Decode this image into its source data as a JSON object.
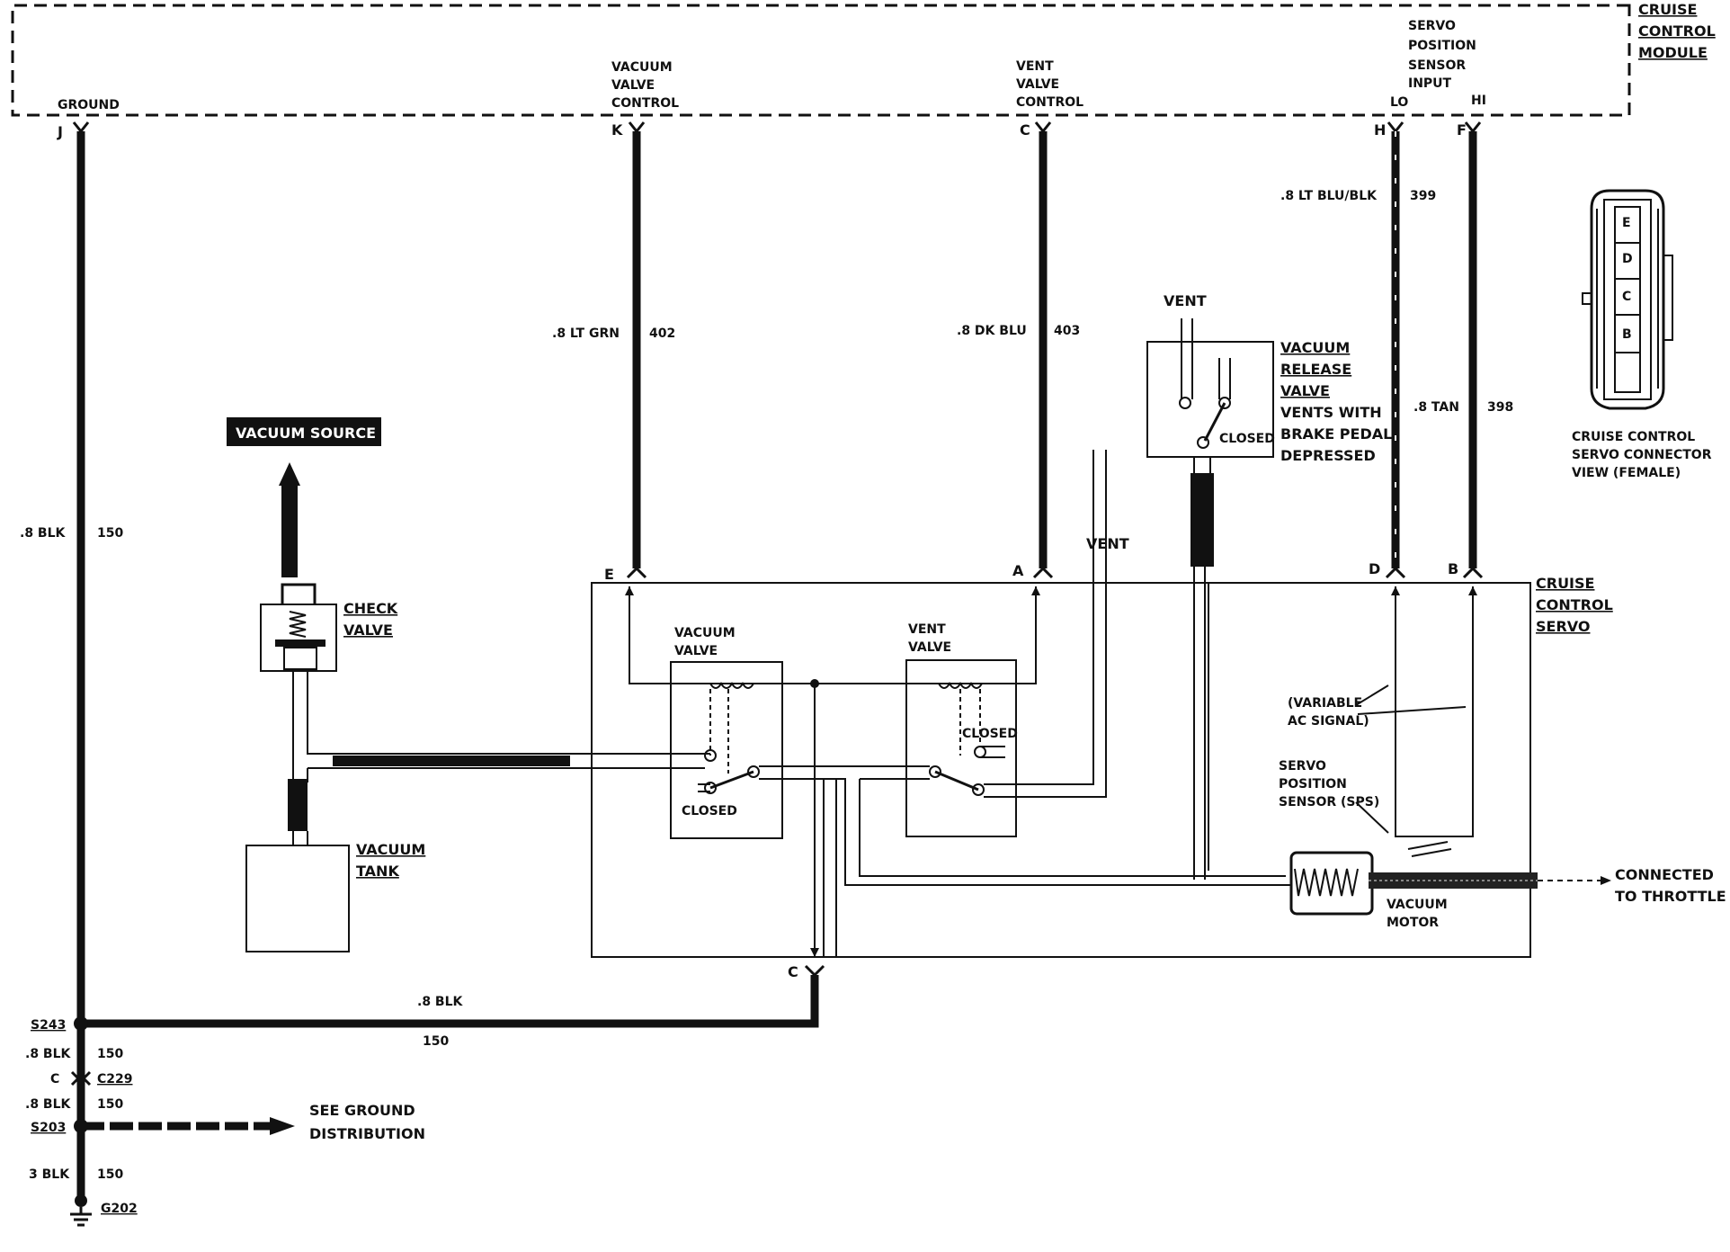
{
  "module": {
    "title_lines": [
      "CRUISE",
      "CONTROL",
      "MODULE"
    ],
    "ground": "GROUND",
    "vacuum_valve_control": [
      "VACUUM",
      "VALVE",
      "CONTROL"
    ],
    "vent_valve_control": [
      "VENT",
      "VALVE",
      "CONTROL"
    ],
    "servo_position_sensor_input": [
      "SERVO",
      "POSITION",
      "SENSOR",
      "INPUT"
    ],
    "lo": "LO",
    "hi": "HI"
  },
  "pins_top": {
    "j": "J",
    "k": "K",
    "c": "C",
    "h": "H",
    "f": "F"
  },
  "wires": {
    "lt_grn": ".8 LT GRN",
    "lt_grn_num": "402",
    "dk_blu": ".8 DK BLU",
    "dk_blu_num": "403",
    "lt_blu_blk": ".8 LT BLU/BLK",
    "lt_blu_blk_num": "399",
    "tan": ".8 TAN",
    "tan_num": "398",
    "blk_main": ".8 BLK",
    "blk_main_num": "150",
    "blk_horiz": ".8 BLK",
    "blk_horiz_num": "150",
    "blk_2": ".8 BLK",
    "blk_2_num": "150",
    "blk_3": ".8 BLK",
    "blk_3_num": "150",
    "blk_4": "3 BLK",
    "blk_4_num": "150"
  },
  "connector_view": {
    "pins": [
      "E",
      "D",
      "C",
      "B"
    ],
    "caption": [
      "CRUISE CONTROL",
      "SERVO CONNECTOR",
      "VIEW (FEMALE)"
    ]
  },
  "vacuum_source": "VACUUM SOURCE",
  "check_valve": [
    "CHECK",
    "VALVE"
  ],
  "vacuum_tank": [
    "VACUUM",
    "TANK"
  ],
  "vent_top": "VENT",
  "vent_mid": "VENT",
  "vacuum_release": [
    "VACUUM",
    "RELEASE",
    "VALVE"
  ],
  "vacuum_release_desc": [
    "VENTS WITH",
    "BRAKE PEDAL",
    "DEPRESSED"
  ],
  "closed_release": "CLOSED",
  "servo_title": [
    "CRUISE",
    "CONTROL",
    "SERVO"
  ],
  "pins_servo": {
    "e": "E",
    "a": "A",
    "d": "D",
    "b": "B",
    "c": "C"
  },
  "vacuum_valve": [
    "VACUUM",
    "VALVE"
  ],
  "vent_valve": [
    "VENT",
    "VALVE"
  ],
  "closed_vacuum": "CLOSED",
  "closed_vent": "CLOSED",
  "variable_ac": [
    "(VARIABLE",
    "AC SIGNAL)"
  ],
  "sps": [
    "SERVO",
    "POSITION",
    "SENSOR (SPS)"
  ],
  "vacuum_motor": [
    "VACUUM",
    "MOTOR"
  ],
  "throttle": [
    "CONNECTED",
    "TO THROTTLE"
  ],
  "splices": {
    "s243": "S243",
    "c229_c": "C",
    "c229": "C229",
    "s203": "S203",
    "g202": "G202"
  },
  "see_ground": [
    "SEE GROUND",
    "DISTRIBUTION"
  ]
}
